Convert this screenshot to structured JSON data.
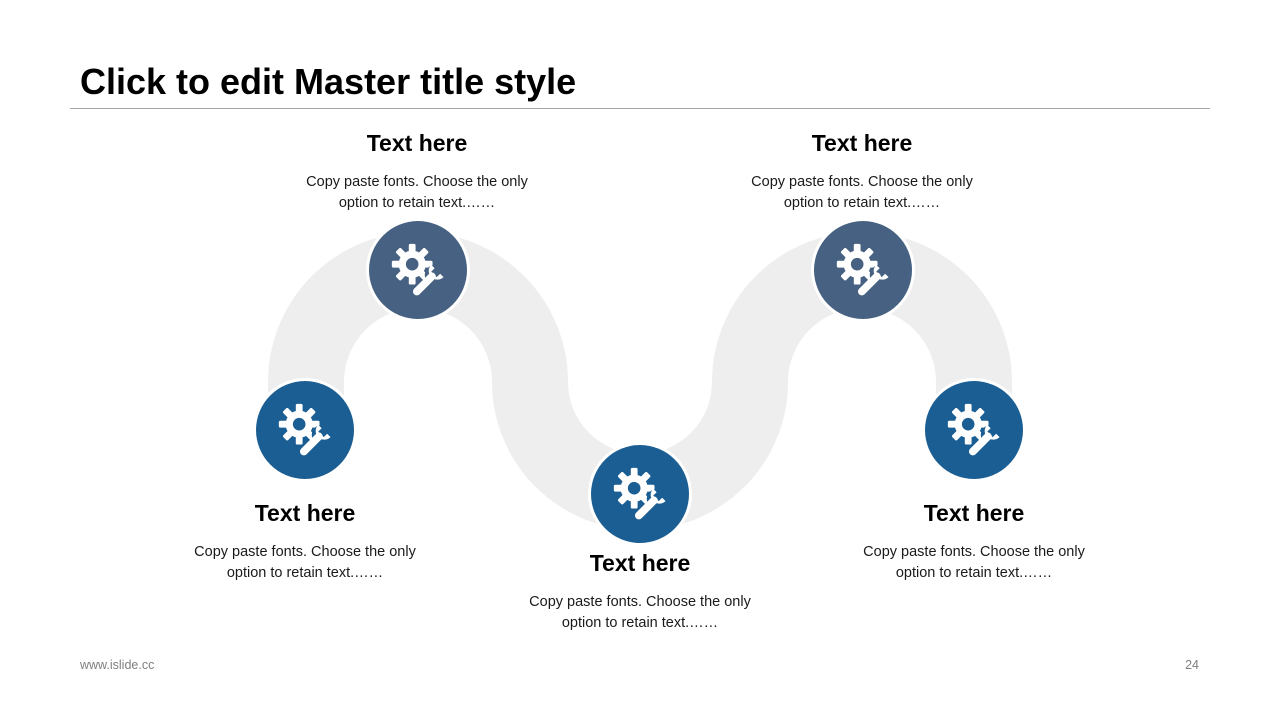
{
  "slide": {
    "title": "Click to edit Master title style",
    "footer_url": "www.islide.cc",
    "page_number": "24"
  },
  "colors": {
    "node_dark": "#466182",
    "node_blue": "#1b5e93",
    "wave_band": "#eeeeee"
  },
  "icon": "gear-wrench-icon",
  "steps": [
    {
      "heading": "Text here",
      "line1": "Copy paste fonts. Choose the only",
      "line2": "option to retain text.……"
    },
    {
      "heading": "Text here",
      "line1": "Copy paste fonts. Choose the only",
      "line2": "option to retain text.……"
    },
    {
      "heading": "Text here",
      "line1": "Copy paste fonts. Choose the only",
      "line2": "option to retain text.……"
    },
    {
      "heading": "Text here",
      "line1": "Copy paste fonts. Choose the only",
      "line2": "option to retain text.……"
    },
    {
      "heading": "Text here",
      "line1": "Copy paste fonts. Choose the only",
      "line2": "option to retain text.……"
    }
  ]
}
